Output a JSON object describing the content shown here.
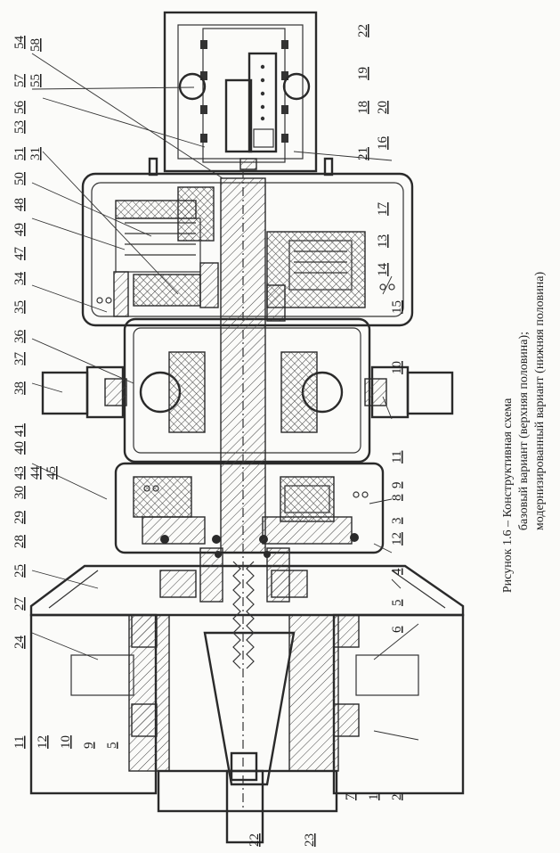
{
  "figure": {
    "caption": {
      "title": "Рисунок 1.6 – Конструктивная схема",
      "line2": "базовый вариант (верхняя половина);",
      "line3": "модернизированный вариант (нижняя половина)"
    },
    "labels_top": [
      "54",
      "58",
      "55",
      "57",
      "56",
      "53",
      "51",
      "31",
      "50",
      "48",
      "49",
      "47",
      "34",
      "35",
      "36",
      "37",
      "38",
      "40",
      "41",
      "30",
      "43",
      "44",
      "45",
      "29",
      "28",
      "25",
      "27",
      "24"
    ],
    "labels_right": [
      "22",
      "19",
      "18",
      "20",
      "16",
      "21",
      "17",
      "13",
      "14",
      "15",
      "10",
      "11",
      "9",
      "8",
      "3",
      "12",
      "4",
      "5",
      "6"
    ],
    "labels_bottom_left": [
      "11",
      "12",
      "10",
      "9",
      "5",
      "22",
      "23",
      "7",
      "1",
      "2"
    ]
  }
}
